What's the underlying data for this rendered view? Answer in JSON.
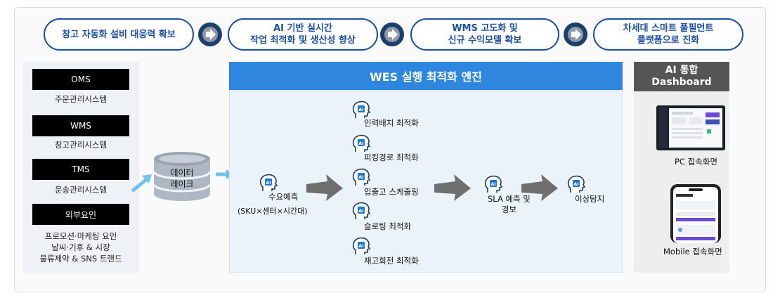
{
  "goals": [
    {
      "label": "창고 자동화 설비 대응력 확보"
    },
    {
      "label": "AI 기반 실시간\n작업 최적화 및 생산성 향상"
    },
    {
      "label": "WMS 고도화 및\n신규 수익모델 확보"
    },
    {
      "label": "차세대 스마트 풀필먼트\n플랫폼으로 진화"
    }
  ],
  "sources": [
    {
      "name": "OMS",
      "desc": "주문관리시스템"
    },
    {
      "name": "WMS",
      "desc": "창고관리시스템"
    },
    {
      "name": "TMS",
      "desc": "운송관리시스템"
    },
    {
      "name": "외부요인",
      "desc": "프로모션·마케팅 요인\n날씨·기후 & 시장\n물류제약 & SNS 트랜드"
    }
  ],
  "data_lake": {
    "label": "데이터\n레이크"
  },
  "wes": {
    "title": "WES 실행 최적화 엔진",
    "forecast": {
      "label": "수요예측",
      "sub": "(SKU×센터×시간대)"
    },
    "optimizers": [
      {
        "label": "인력배치 최적화"
      },
      {
        "label": "피킹경로 최적화"
      },
      {
        "label": "입출고 스케줄링"
      },
      {
        "label": "슬로팅 최적화"
      },
      {
        "label": "재고회전 최적화"
      }
    ],
    "sla": {
      "label": "SLA 예측 및\n경보"
    },
    "anomaly": {
      "label": "이상탐지"
    },
    "icon_text": "AI"
  },
  "dashboard": {
    "title": "AI 통합\nDashboard",
    "pc_label": "PC 접속화면",
    "mobile_label": "Mobile 접속화면"
  },
  "colors": {
    "accent_blue": "#2e86de",
    "pill_border": "#1c4fa0",
    "icon_blue": "#1976d2",
    "arrow_gray": "#6f6f6f"
  }
}
